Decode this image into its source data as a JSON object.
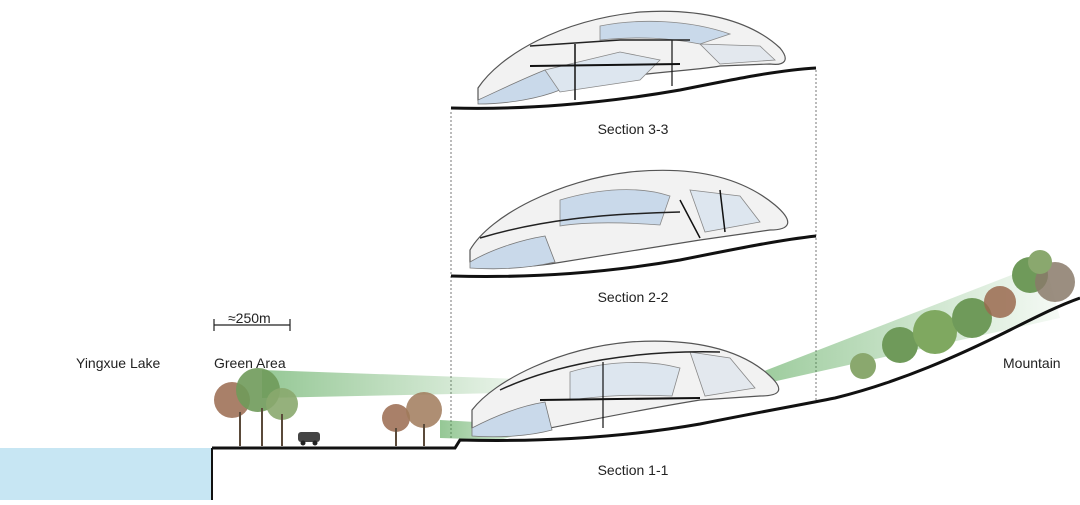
{
  "labels": {
    "lake": "Yingxue Lake",
    "green_area": "Green Area",
    "mountain": "Mountain",
    "distance": "≈250m",
    "section_top": "Section 3-3",
    "section_middle": "Section 2-2",
    "section_bottom": "Section 1-1"
  },
  "colors": {
    "water": "#c7e6f3",
    "ground": "#111111",
    "sightline": "#3e9a3e",
    "glass": "#c9d9ea",
    "shell": "#f2f2f2",
    "tree_green": "#6f9a5a",
    "tree_brown": "#9a6a4f"
  }
}
